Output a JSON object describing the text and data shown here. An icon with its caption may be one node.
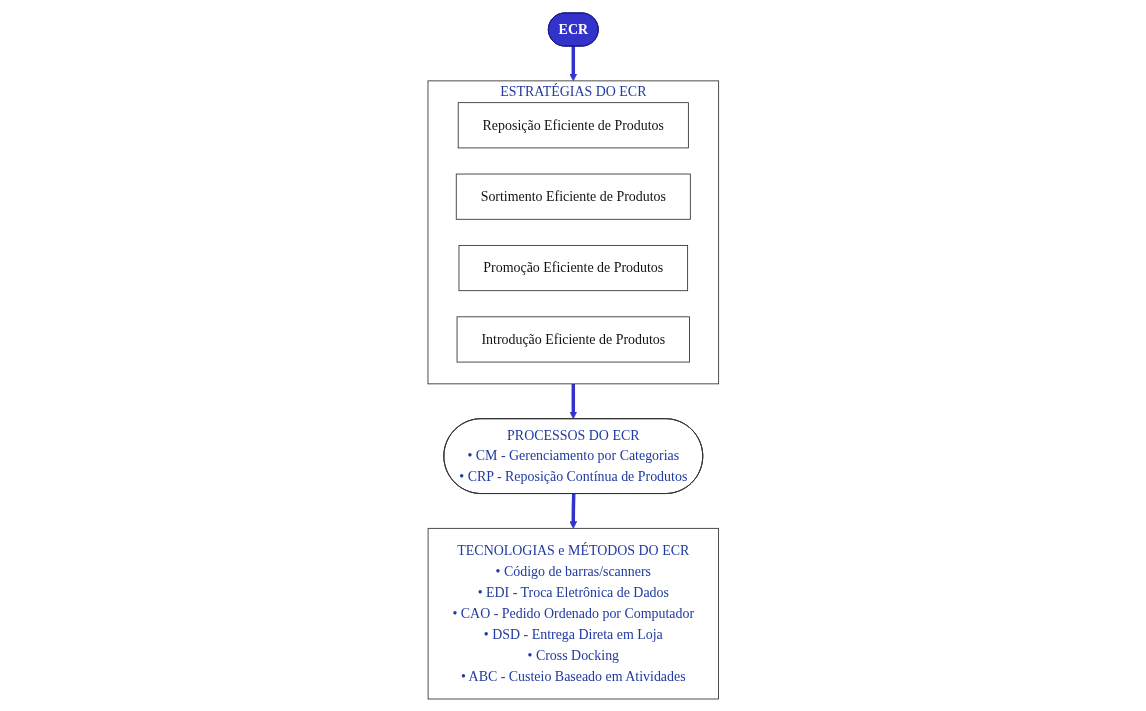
{
  "diagram": {
    "nodes": [
      {
        "text": [
          "ECR"
        ]
      },
      {
        "text": [
          "ESTRATÉGIAS DO ECR"
        ]
      },
      {
        "text": [
          "Reposição Eficiente de Produtos"
        ],
        "in": 1
      },
      {
        "text": [
          "Sortimento Eficiente de Produtos"
        ],
        "in": 1
      },
      {
        "text": [
          "Promoção Eficiente de Produtos"
        ],
        "in": 1
      },
      {
        "text": [
          "Introdução Eficiente de Produtos"
        ],
        "in": 1
      },
      {
        "text": [
          "PROCESSOS DO ECR",
          "• CM - Gerenciamento por Categorias",
          "• CRP - Reposição Contínua de Produtos"
        ]
      },
      {
        "text": [
          "TECNOLOGIAS e MÉTODOS DO ECR",
          "• Código de barras/scanners",
          "• EDI - Troca Eletrônica de Dados",
          "• CAO - Pedido Ordenado por Computador",
          "• DSD - Entrega Direta em Loja",
          "• Cross Docking",
          "• ABC - Custeio Baseado em Atividades"
        ]
      }
    ],
    "edges": [
      {
        "from": 0,
        "to": 1,
        "arrow": "to"
      },
      {
        "from": 1,
        "to": 6,
        "arrow": "to"
      },
      {
        "from": 6,
        "to": 7,
        "arrow": "to"
      }
    ]
  }
}
